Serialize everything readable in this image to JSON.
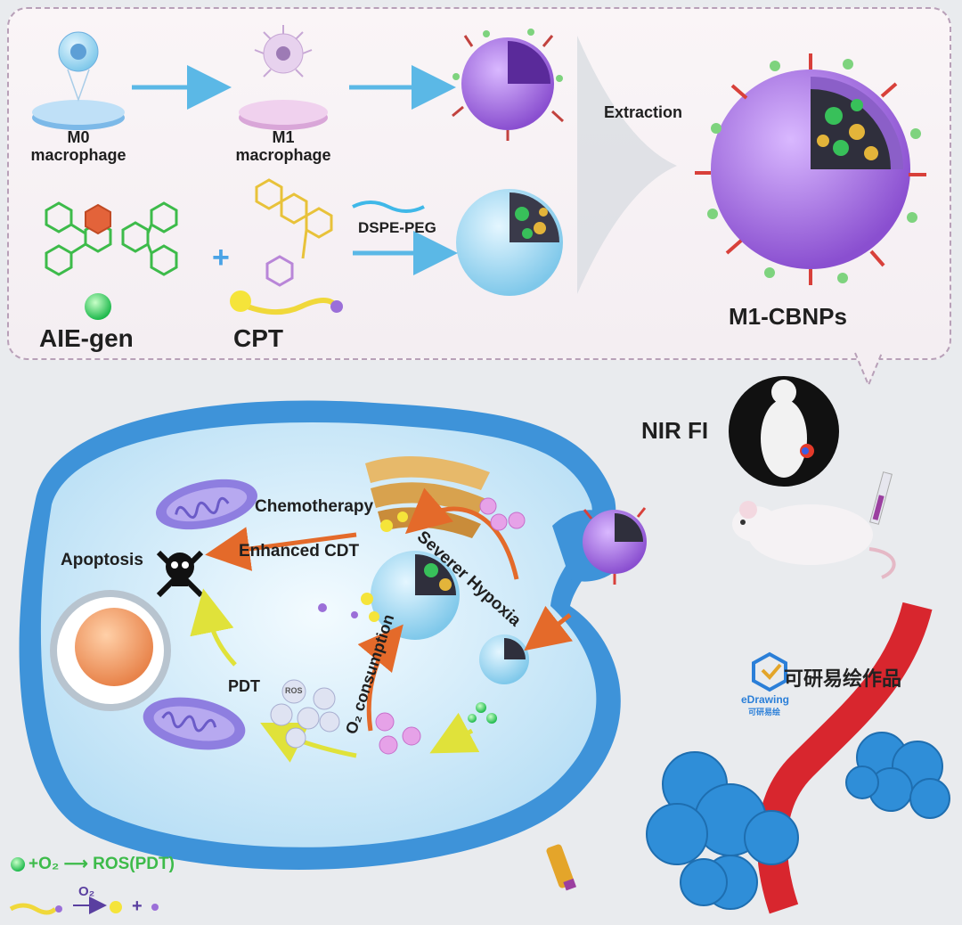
{
  "top_panel": {
    "m0_label_1": "M0",
    "m0_label_2": "macrophage",
    "m1_label_1": "M1",
    "m1_label_2": "macrophage",
    "extraction": "Extraction",
    "dspe_peg": "DSPE-PEG",
    "aie_gen": "AIE-gen",
    "cpt": "CPT",
    "m1_cbnps": "M1-CBNPs"
  },
  "imaging": {
    "nir_fi": "NIR FI"
  },
  "cell": {
    "chemotherapy": "Chemotherapy",
    "enhanced_cdt": "Enhanced CDT",
    "apoptosis": "Apoptosis",
    "pdt": "PDT",
    "severer_hypoxia": "Severer Hypoxia",
    "o2_consumption": "O₂ consumption",
    "ros": "ROS"
  },
  "legend": {
    "pdt_equation": "+O₂ ⟶ ROS(PDT)",
    "o2": "O₂",
    "plus": "+"
  },
  "watermark": {
    "chinese": "可研易绘作品",
    "brand": "eDrawing",
    "brand_sub": "可研易绘"
  },
  "colors": {
    "membrane_blue": "#4aa3e6",
    "purple_np": "#a26bdc",
    "arrow_blue": "#5bb8e6",
    "arrow_orange": "#e46a2a",
    "arrow_yellow": "#e8ea3a",
    "vessel_red": "#d8262e",
    "tumor_blue": "#2f8ed8"
  }
}
